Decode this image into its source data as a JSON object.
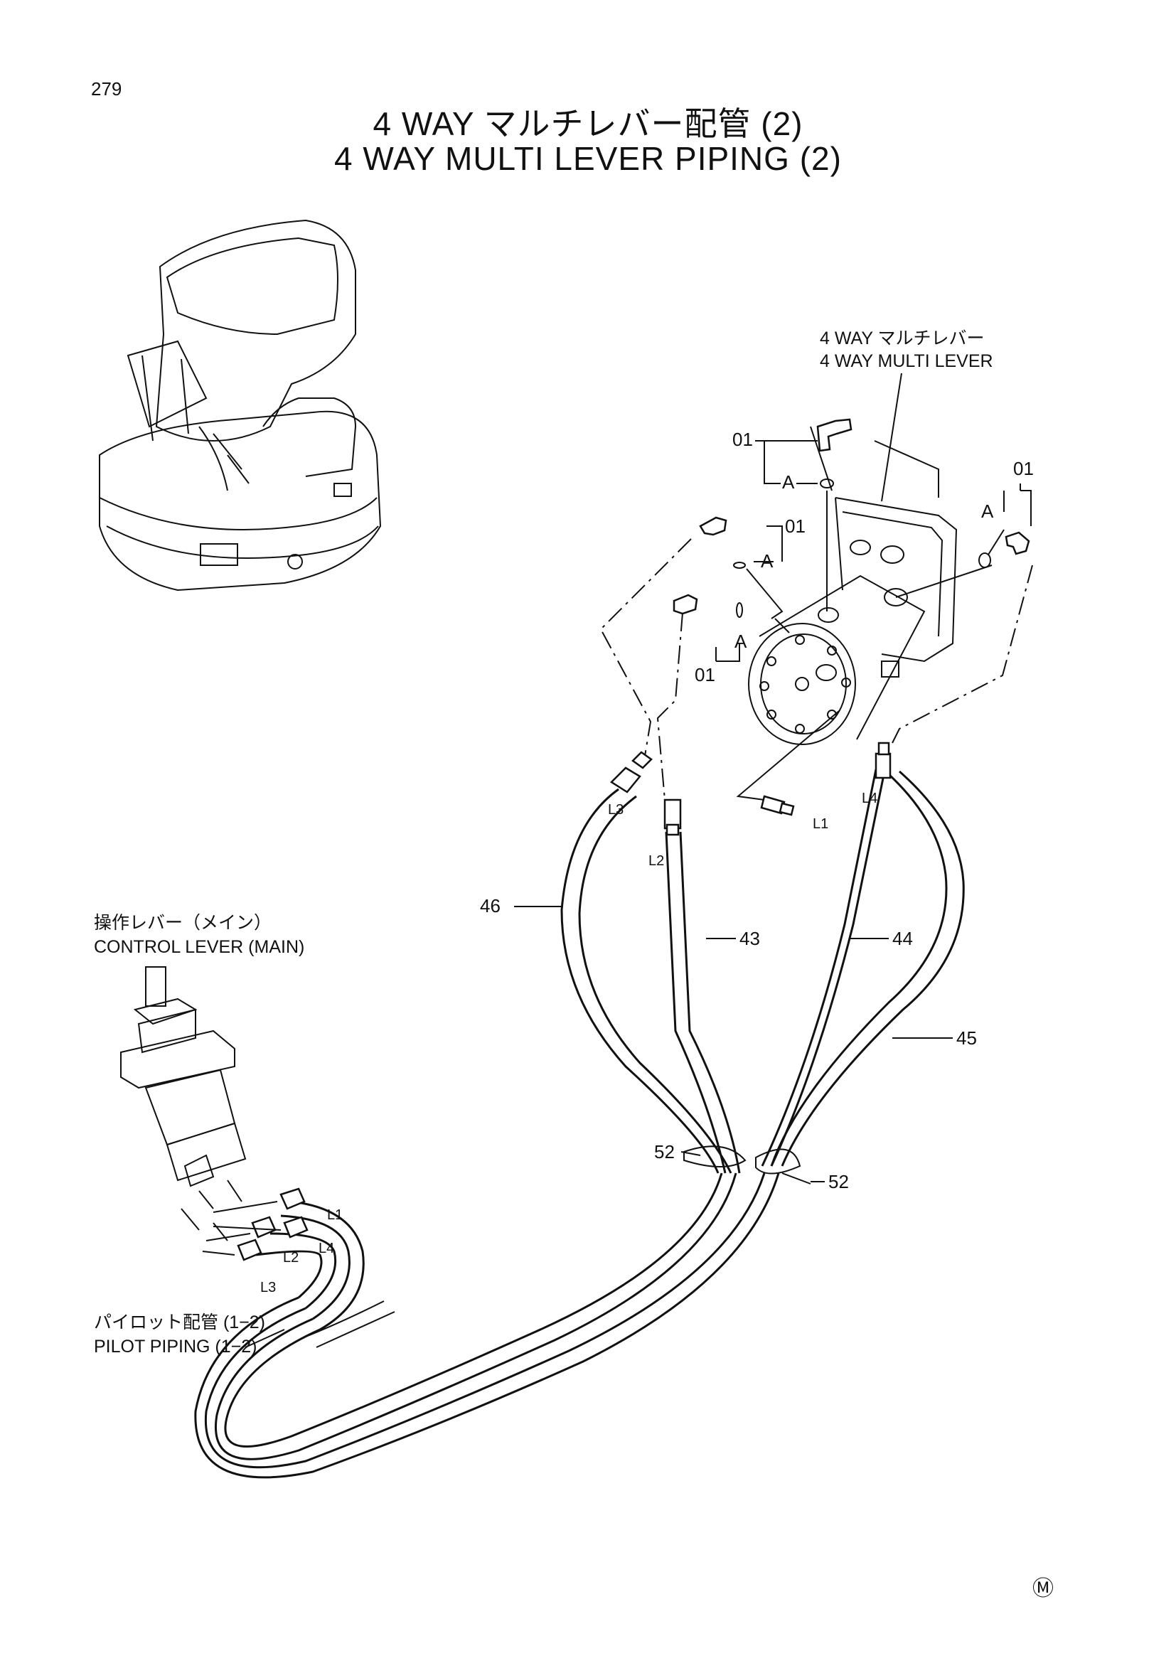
{
  "page_number": "279",
  "title_jp": "4 WAY マルチレバー配管 (2)",
  "title_en": "4 WAY MULTI LEVER PIPING (2)",
  "labels": {
    "multi_lever_jp": "4 WAY マルチレバー",
    "multi_lever_en": "4 WAY MULTI LEVER",
    "control_lever_jp": "操作レバー（メイン）",
    "control_lever_en": "CONTROL LEVER (MAIN)",
    "pilot_piping_jp": "パイロット配管 (1−2)",
    "pilot_piping_en": "PILOT PIPING (1−2)"
  },
  "callouts": {
    "part_01": "01",
    "detail_a": "A",
    "part_43": "43",
    "part_44": "44",
    "part_45": "45",
    "part_46": "46",
    "part_52": "52"
  },
  "lines": {
    "l1": "L1",
    "l2": "L2",
    "l3": "L3",
    "l4": "L4"
  },
  "maker_mark": "Ⓜ"
}
